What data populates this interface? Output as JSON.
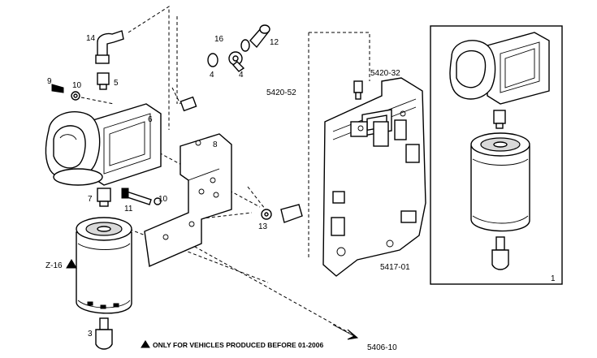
{
  "callouts": {
    "p14": "14",
    "p16": "16",
    "p12": "12",
    "p4": "4",
    "p5": "5",
    "p9": "9",
    "p10a": "10",
    "p6a": "6",
    "p8": "8",
    "p7": "7",
    "p11": "11",
    "p10b": "10",
    "p13": "13",
    "p5420_52": "5420-52",
    "p5420_32": "5420-32",
    "p5417_01": "5417-01",
    "p1": "1",
    "pZ16": "Z-16",
    "p3": "3",
    "p5406_10": "5406-10"
  },
  "footnote": {
    "text": "ONLY FOR VEHICLES PRODUCED BEFORE 01-2006"
  }
}
